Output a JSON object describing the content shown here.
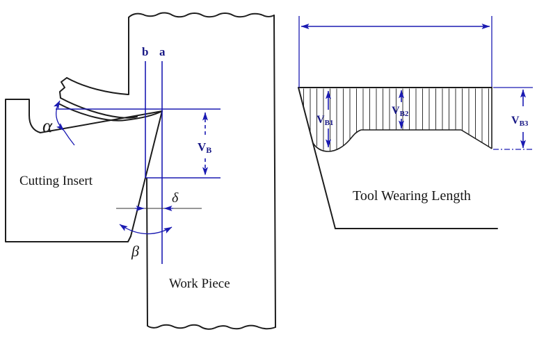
{
  "left_figure": {
    "cutting_insert_label": "Cutting Insert",
    "work_piece_label": "Work Piece",
    "surface_line_b_label": "b",
    "surface_line_a_label": "a",
    "alpha_symbol": "α",
    "beta_symbol": "β",
    "delta_symbol": "δ",
    "flank_wear_dim": {
      "base": "V",
      "sub": "B"
    }
  },
  "right_figure": {
    "caption": "Tool Wearing Length",
    "wear_dims": {
      "vb1": {
        "base": "V",
        "sub": "B1"
      },
      "vb2": {
        "base": "V",
        "sub": "B2"
      },
      "vb3": {
        "base": "V",
        "sub": "B3"
      }
    }
  },
  "colors": {
    "dimension_blue": "#1a1ab2",
    "label_navy": "#171785",
    "outline_black": "#1c1c1c",
    "canvas_bg": "#ffffff"
  }
}
